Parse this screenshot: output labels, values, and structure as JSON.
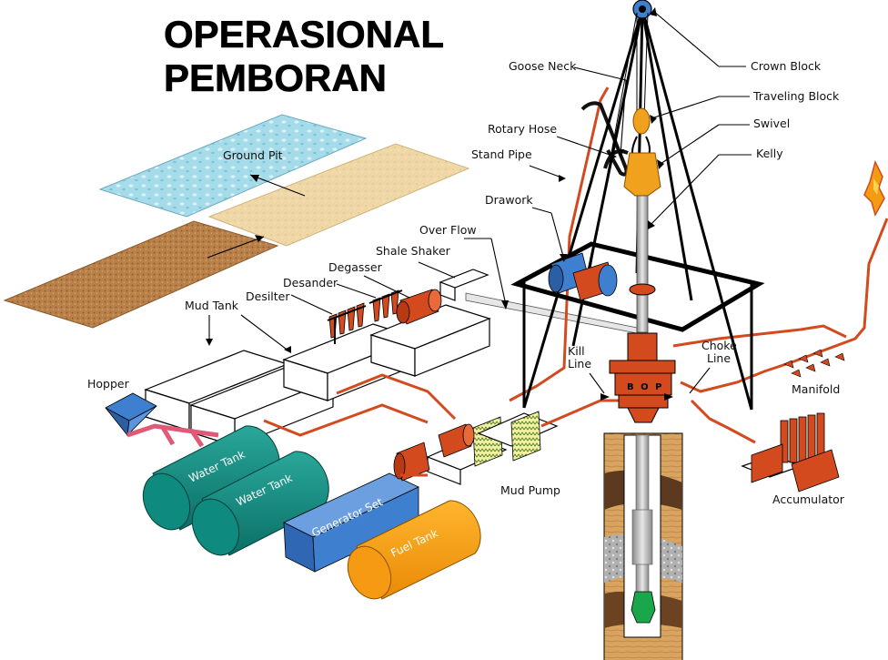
{
  "title": {
    "line1": "OPERASIONAL",
    "line2": "PEMBORAN"
  },
  "labels": {
    "ground_pit": "Ground Pit",
    "mud_tank": "Mud Tank",
    "desilter": "Desilter",
    "desander": "Desander",
    "degasser": "Degasser",
    "shale_shaker": "Shale Shaker",
    "over_flow": "Over Flow",
    "drawork": "Drawork",
    "stand_pipe": "Stand Pipe",
    "rotary_hose": "Rotary Hose",
    "goose_neck": "Goose Neck",
    "crown_block": "Crown Block",
    "traveling_block": "Traveling Block",
    "swivel": "Swivel",
    "kelly": "Kelly",
    "kill_line_1": "Kill",
    "kill_line_2": "Line",
    "choke_line_1": "Choke",
    "choke_line_2": "Line",
    "manifold": "Manifold",
    "accumulator": "Accumulator",
    "hopper": "Hopper",
    "water_tank_1": "Water Tank",
    "water_tank_2": "Water Tank",
    "generator_set": "Generator Set",
    "fuel_tank": "Fuel Tank",
    "mud_pump": "Mud Pump",
    "bop": "B O P"
  },
  "colors": {
    "pipe": "#d24a1e",
    "water_tank": "#0f8a7e",
    "generator": "#3f7fd0",
    "fuel_tank": "#f59a12",
    "traveling_block": "#f0a21e",
    "bop": "#d24a1e",
    "ground_pit": "#9ed8e8",
    "sand": "#efd9ac",
    "soil": "#b57d4a"
  }
}
